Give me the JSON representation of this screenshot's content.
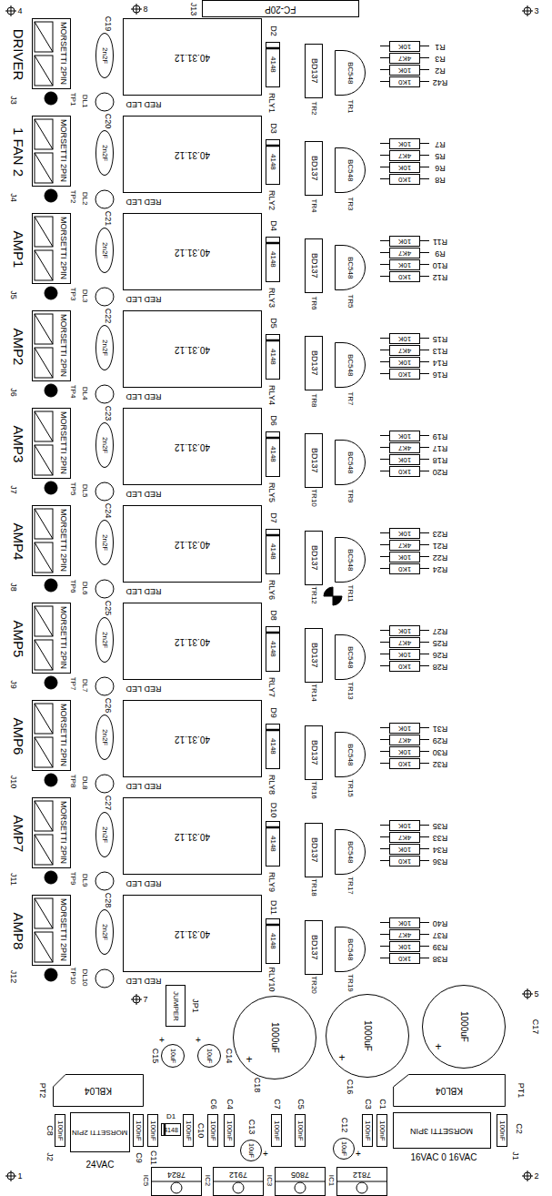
{
  "diagram": {
    "nodes": [
      {
        "text": [
          "MORSETTI 2PIN"
        ]
      },
      {
        "text": [
          "2n2F"
        ]
      },
      {
        "text": [
          "40.31.12"
        ]
      },
      {
        "text": [
          "4148"
        ]
      },
      {
        "text": [
          "BD137"
        ]
      },
      {
        "text": [
          "BC548"
        ]
      },
      {
        "text": [
          "10K"
        ]
      },
      {
        "text": [
          "4K7"
        ]
      },
      {
        "text": [
          "10K"
        ]
      },
      {
        "text": [
          "1K0"
        ]
      },
      {
        "text": [
          "MORSETTI 2PIN"
        ]
      },
      {
        "text": [
          "2n2F"
        ]
      },
      {
        "text": [
          "40.31.12"
        ]
      },
      {
        "text": [
          "4148"
        ]
      },
      {
        "text": [
          "BD137"
        ]
      },
      {
        "text": [
          "BC548"
        ]
      },
      {
        "text": [
          "10K"
        ]
      },
      {
        "text": [
          "4K7"
        ]
      },
      {
        "text": [
          "10K"
        ]
      },
      {
        "text": [
          "1K0"
        ]
      },
      {
        "text": [
          "MORSETTI 2PIN"
        ]
      },
      {
        "text": [
          "2n2F"
        ]
      },
      {
        "text": [
          "40.31.12"
        ]
      },
      {
        "text": [
          "4148"
        ]
      },
      {
        "text": [
          "BD137"
        ]
      },
      {
        "text": [
          "BC548"
        ]
      },
      {
        "text": [
          "10K"
        ]
      },
      {
        "text": [
          "4K7"
        ]
      },
      {
        "text": [
          "10K"
        ]
      },
      {
        "text": [
          "1K0"
        ]
      },
      {
        "text": [
          "MORSETTI 2PIN"
        ]
      },
      {
        "text": [
          "2n2F"
        ]
      },
      {
        "text": [
          "40.31.12"
        ]
      },
      {
        "text": [
          "4148"
        ]
      },
      {
        "text": [
          "BD137"
        ]
      },
      {
        "text": [
          "BC548"
        ]
      },
      {
        "text": [
          "10K"
        ]
      },
      {
        "text": [
          "4K7"
        ]
      },
      {
        "text": [
          "10K"
        ]
      },
      {
        "text": [
          "1K0"
        ]
      },
      {
        "text": [
          "MORSETTI 2PIN"
        ]
      },
      {
        "text": [
          "2n2F"
        ]
      },
      {
        "text": [
          "40.31.12"
        ]
      },
      {
        "text": [
          "4148"
        ]
      },
      {
        "text": [
          "BD137"
        ]
      },
      {
        "text": [
          "BC548"
        ]
      },
      {
        "text": [
          "10K"
        ]
      },
      {
        "text": [
          "4K7"
        ]
      },
      {
        "text": [
          "10K"
        ]
      },
      {
        "text": [
          "1K0"
        ]
      },
      {
        "text": [
          "MORSETTI 2PIN"
        ]
      },
      {
        "text": [
          "2n2F"
        ]
      },
      {
        "text": [
          "40.31.12"
        ]
      },
      {
        "text": [
          "4148"
        ]
      },
      {
        "text": [
          "BD137"
        ]
      },
      {
        "text": [
          "BC548"
        ]
      },
      {
        "text": [
          "10K"
        ]
      },
      {
        "text": [
          "4K7"
        ]
      },
      {
        "text": [
          "10K"
        ]
      },
      {
        "text": [
          "1K0"
        ]
      },
      {
        "text": [
          "MORSETTI 2PIN"
        ]
      },
      {
        "text": [
          "2n2F"
        ]
      },
      {
        "text": [
          "40.31.12"
        ]
      },
      {
        "text": [
          "4148"
        ]
      },
      {
        "text": [
          "BD137"
        ]
      },
      {
        "text": [
          "BC548"
        ]
      },
      {
        "text": [
          "10K"
        ]
      },
      {
        "text": [
          "4K7"
        ]
      },
      {
        "text": [
          "10K"
        ]
      },
      {
        "text": [
          "1K0"
        ]
      },
      {
        "text": [
          "MORSETTI 2PIN"
        ]
      },
      {
        "text": [
          "2n2F"
        ]
      },
      {
        "text": [
          "40.31.12"
        ]
      },
      {
        "text": [
          "4148"
        ]
      },
      {
        "text": [
          "BD137"
        ]
      },
      {
        "text": [
          "BC548"
        ]
      },
      {
        "text": [
          "10K"
        ]
      },
      {
        "text": [
          "4K7"
        ]
      },
      {
        "text": [
          "10K"
        ]
      },
      {
        "text": [
          "1K0"
        ]
      },
      {
        "text": [
          "MORSETTI 2PIN"
        ]
      },
      {
        "text": [
          "2n2F"
        ]
      },
      {
        "text": [
          "40.31.12"
        ]
      },
      {
        "text": [
          "4148"
        ]
      },
      {
        "text": [
          "BD137"
        ]
      },
      {
        "text": [
          "BC548"
        ]
      },
      {
        "text": [
          "10K"
        ]
      },
      {
        "text": [
          "4K7"
        ]
      },
      {
        "text": [
          "10K"
        ]
      },
      {
        "text": [
          "1K0"
        ]
      },
      {
        "text": [
          "MORSETTI 2PIN"
        ]
      },
      {
        "text": [
          "2n2F"
        ]
      },
      {
        "text": [
          "40.31.12"
        ]
      },
      {
        "text": [
          "4148"
        ]
      },
      {
        "text": [
          "BD137"
        ]
      },
      {
        "text": [
          "BC548"
        ]
      },
      {
        "text": [
          "10K"
        ]
      },
      {
        "text": [
          "4K7"
        ]
      },
      {
        "text": [
          "10K"
        ]
      },
      {
        "text": [
          "1K0"
        ]
      },
      {
        "text": [
          "FC-20P"
        ]
      },
      {
        "text": [
          "JUMPER"
        ]
      },
      {
        "text": [
          "1000uF"
        ]
      },
      {
        "text": [
          "1000uF"
        ]
      },
      {
        "text": [
          "1000uF"
        ]
      },
      {
        "text": [
          "10uF"
        ]
      },
      {
        "text": [
          "10uF"
        ]
      },
      {
        "text": [
          "KBL04"
        ]
      },
      {
        "text": [
          "KBL04"
        ]
      },
      {
        "text": [
          "100nF"
        ]
      },
      {
        "text": [
          "MORSETTI 2PIN"
        ]
      },
      {
        "text": [
          "100nF"
        ]
      },
      {
        "text": [
          "100nF"
        ]
      },
      {
        "text": [
          "4148"
        ]
      },
      {
        "text": [
          "100nF"
        ]
      },
      {
        "text": [
          "100nF"
        ]
      },
      {
        "text": [
          "100nF"
        ]
      },
      {
        "text": [
          "10uF"
        ]
      },
      {
        "text": [
          "100nF"
        ]
      },
      {
        "text": [
          "100nF"
        ]
      },
      {
        "text": [
          "10uF"
        ]
      },
      {
        "text": [
          "100nF"
        ]
      },
      {
        "text": [
          "100nF"
        ]
      },
      {
        "text": [
          "MORSETTI 3PIN"
        ]
      },
      {
        "text": [
          "100nF"
        ]
      },
      {
        "text": [
          "7824"
        ]
      },
      {
        "text": [
          "7912"
        ]
      },
      {
        "text": [
          "7805"
        ]
      },
      {
        "text": [
          "7812"
        ]
      }
    ],
    "labels": [
      "DRIVER",
      "J3",
      "C19",
      "TP1",
      "DL1",
      "RED LED",
      "RLY1",
      "D2",
      "TR2",
      "TR1",
      "R1",
      "R3",
      "R2",
      "R42",
      "1 FAN 2",
      "J4",
      "C20",
      "TP2",
      "DL2",
      "RED LED",
      "RLY2",
      "D3",
      "TR4",
      "TR3",
      "R7",
      "R5",
      "R6",
      "R8",
      "AMP1",
      "J5",
      "C21",
      "TP3",
      "DL3",
      "RED LED",
      "RLY3",
      "D4",
      "TR6",
      "TR5",
      "R11",
      "R9",
      "R10",
      "R12",
      "AMP2",
      "J6",
      "C22",
      "TP4",
      "DL4",
      "RED LED",
      "RLY4",
      "D5",
      "TR8",
      "TR7",
      "R15",
      "R13",
      "R14",
      "R16",
      "AMP3",
      "J7",
      "C23",
      "TP5",
      "DL5",
      "RED LED",
      "RLY5",
      "D6",
      "TR10",
      "TR9",
      "R19",
      "R17",
      "R18",
      "R20",
      "AMP4",
      "J8",
      "C24",
      "TP6",
      "DL6",
      "RED LED",
      "RLY6",
      "D7",
      "TR12",
      "TR11",
      "R23",
      "R21",
      "R22",
      "R24",
      "AMP5",
      "J9",
      "C25",
      "TP7",
      "DL7",
      "RED LED",
      "RLY7",
      "D8",
      "TR14",
      "TR13",
      "R27",
      "R25",
      "R26",
      "R28",
      "AMP6",
      "J10",
      "C26",
      "TP8",
      "DL8",
      "RED LED",
      "RLY8",
      "D9",
      "TR16",
      "TR15",
      "R31",
      "R29",
      "R30",
      "R32",
      "AMP7",
      "J11",
      "C27",
      "TP9",
      "DL9",
      "RED LED",
      "RLY9",
      "D10",
      "TR18",
      "TR17",
      "R35",
      "R33",
      "R34",
      "R36",
      "AMP8",
      "J12",
      "C28",
      "TP10",
      "DL10",
      "RED LED",
      "RLY10",
      "D11",
      "TR20",
      "TR19",
      "R40",
      "R37",
      "R39",
      "R38",
      "4",
      "8",
      "3",
      "J13",
      "7",
      "JP1",
      "5",
      "+",
      "C18",
      "+",
      "C16",
      "+",
      "C17",
      "C15",
      "+",
      "+",
      "C14",
      "PT2",
      "PT1",
      "C8",
      "J2",
      "C9",
      "C11",
      "D1",
      "C10",
      "C6",
      "C4",
      "C13",
      "+",
      "C7",
      "C5",
      "C12",
      "+",
      "C3",
      "C1",
      "J1",
      "C2",
      "24VAC",
      "16VAC 0 16VAC",
      "IC5",
      "IC2",
      "IC3",
      "IC1",
      "1",
      "2"
    ]
  }
}
